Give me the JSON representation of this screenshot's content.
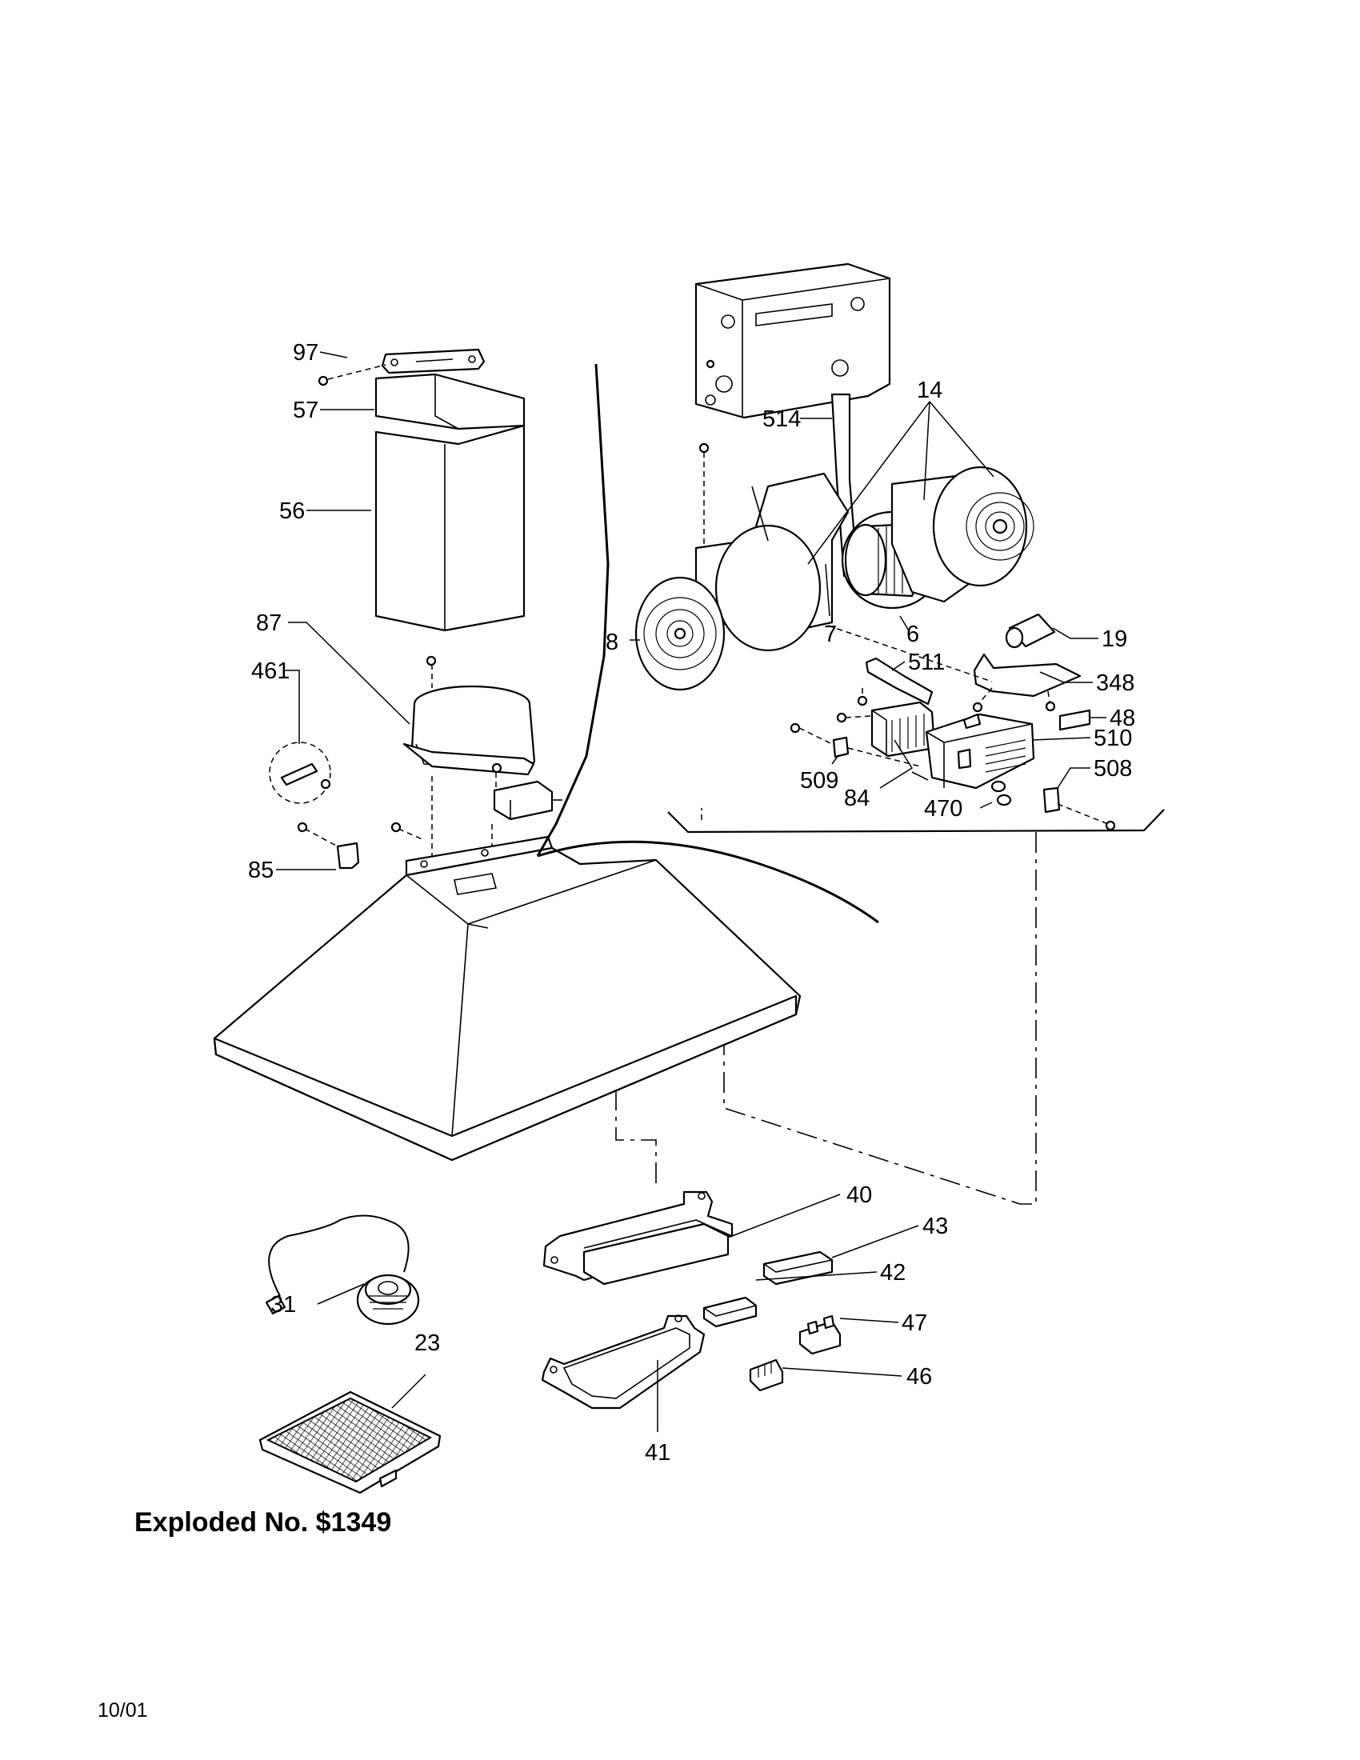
{
  "diagram": {
    "title": "Exploded No. $1349",
    "date": "10/01",
    "part_labels": [
      "97",
      "57",
      "56",
      "87",
      "461",
      "85",
      "514",
      "14",
      "8",
      "7",
      "6",
      "19",
      "511",
      "348",
      "48",
      "510",
      "509",
      "508",
      "84",
      "470",
      "40",
      "43",
      "42",
      "47",
      "46",
      "31",
      "23",
      "41"
    ]
  }
}
